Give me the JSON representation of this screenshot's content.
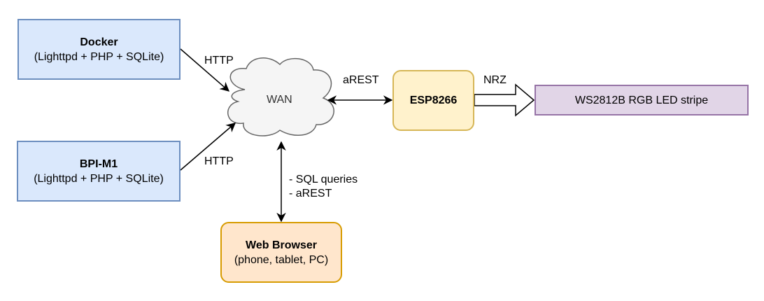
{
  "nodes": {
    "docker": {
      "title": "Docker",
      "subtitle": "(Lighttpd + PHP + SQLite)"
    },
    "bpi": {
      "title": "BPI-M1",
      "subtitle": "(Lighttpd + PHP + SQLite)"
    },
    "wan": {
      "label": "WAN"
    },
    "esp": {
      "title": "ESP8266"
    },
    "led": {
      "label": "WS2812B RGB LED stripe"
    },
    "browser": {
      "title": "Web Browser",
      "subtitle": "(phone, tablet, PC)"
    }
  },
  "edges": {
    "docker_wan": "HTTP",
    "bpi_wan": "HTTP",
    "wan_esp": "aREST",
    "esp_led": "NRZ",
    "browser_wan_line1": "- SQL queries",
    "browser_wan_line2": "- aREST"
  },
  "colors": {
    "blue_fill": "#dae8fc",
    "blue_stroke": "#6c8ebf",
    "yellow_fill": "#fff2cc",
    "yellow_stroke": "#d6b656",
    "orange_fill": "#ffe6cc",
    "orange_stroke": "#d79b00",
    "purple_fill": "#e1d5e7",
    "purple_stroke": "#9673a6",
    "cloud_fill": "#f5f5f5",
    "cloud_stroke": "#666666"
  }
}
